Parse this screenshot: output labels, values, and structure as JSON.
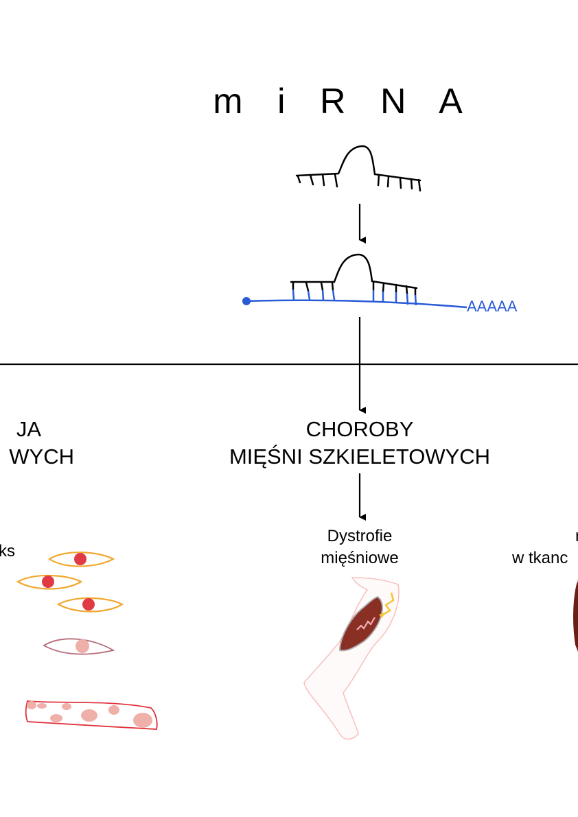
{
  "title": "m i R N A",
  "mrna_label": "AAAAA",
  "sections": {
    "left": {
      "heading_line1": "JA",
      "heading_line2": "WYCH",
      "sub_label": "ks"
    },
    "center": {
      "heading_line1": "CHOROBY",
      "heading_line2": "MIĘŚNI SZKIELETOWYCH",
      "sub_line1": "Dystrofie",
      "sub_line2": "mięśniowe"
    },
    "right": {
      "sub_line1": "n",
      "sub_line2": "w tkanc"
    }
  },
  "colors": {
    "ink": "#000000",
    "mrna_blue": "#2a5bd7",
    "cell_outline_orange": "#f0a830",
    "nucleus_red": "#e03a45",
    "nucleus_pink": "#efb0aa",
    "cell_outline_mauve": "#b56a78",
    "fiber_outline_red": "#e0323c",
    "muscle_brown": "#8a2f24",
    "leg_outline": "#f6c3c0",
    "bolt_yellow": "#f5c432"
  }
}
